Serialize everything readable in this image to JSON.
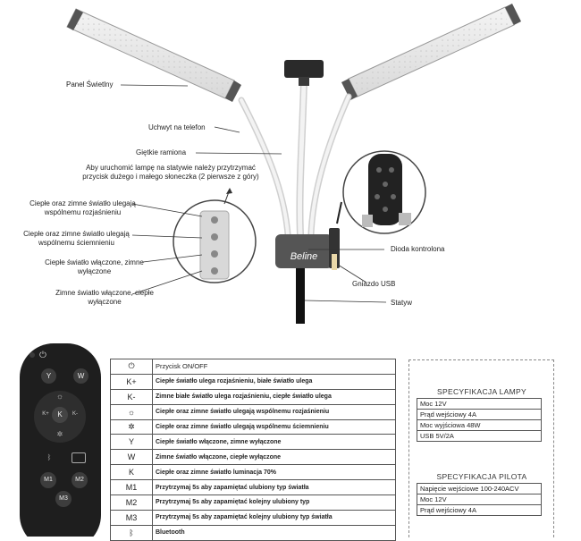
{
  "diagram": {
    "labels": {
      "panel": "Panel Świetlny",
      "phone_holder": "Uchwyt na telefon",
      "arms": "Giętkie ramiona",
      "instruction": "Aby uruchomić lampę na statywie należy przytrzymać przycisk dużego i małego słoneczka (2 pierwsze z góry)",
      "warm_cold_bright": "Ciepłe oraz zimne światło ulegają wspólnemu rozjaśnieniu",
      "warm_cold_dim": "Ciepłe oraz zimne światło ulegają wspólnemu ściemnieniu",
      "warm_on": "Ciepłe światło włączone, zimne wyłączone",
      "cold_on": "Zimne światło włączone, ciepłe wyłączone",
      "indicator": "Dioda kontrolona",
      "usb": "Gniazdo USB",
      "stand": "Statyw",
      "brand": "Beline"
    }
  },
  "remote": {
    "buttons": {
      "y": "Y",
      "w": "W",
      "k_plus": "K+",
      "k": "K",
      "k_minus": "K-",
      "m1": "M1",
      "m2": "M2",
      "m3": "M3"
    }
  },
  "functions": [
    {
      "key": "⏻",
      "desc": "Przycisk ON/OFF",
      "bold": false
    },
    {
      "key": "K+",
      "desc": "Ciepłe światło ulega rozjaśnieniu, białe światło ulega",
      "bold": true
    },
    {
      "key": "K-",
      "desc": "Zimne białe światło ulega rozjaśnieniu, ciepłe światło ulega",
      "bold": true
    },
    {
      "key": "☼",
      "desc": "Ciepłe oraz zimne światło ulegają wspólnemu rozjaśnieniu",
      "bold": true
    },
    {
      "key": "✲",
      "desc": "Ciepłe oraz zimne światło ulegają wspólnemu ściemnieniu",
      "bold": true
    },
    {
      "key": "Y",
      "desc": "Ciepłe światło włączone, zimne wyłączone",
      "bold": true
    },
    {
      "key": "W",
      "desc": "Zimne światło włączone, ciepłe wyłączone",
      "bold": true
    },
    {
      "key": "K",
      "desc": "Ciepłe oraz zimne światło luminacja 70%",
      "bold": true
    },
    {
      "key": "M1",
      "desc": "Przytrzymaj 5s aby zapamiętać ulubiony typ światła",
      "bold": true
    },
    {
      "key": "M2",
      "desc": "Przytrzymaj 5s aby zapamiętać kolejny ulubiony typ",
      "bold": true
    },
    {
      "key": "M3",
      "desc": "Przytrzymaj 5s aby zapamiętać kolejny ulubiony typ światła",
      "bold": true
    },
    {
      "key": "ᛒ",
      "desc": "Bluetooth",
      "bold": true
    }
  ],
  "specs": {
    "lamp": {
      "title": "SPECYFIKACJA LAMPY",
      "rows": [
        "Moc 12V",
        "Prąd wejściowy 4A",
        "Moc wyjściowa 48W",
        "USB 5V/2A"
      ]
    },
    "remote": {
      "title": "SPECYFIKACJA PILOTA",
      "rows": [
        "Napięcie wejściowe 100-240ACV",
        "Moc 12V",
        "Prąd wejściowy 4A"
      ]
    }
  }
}
